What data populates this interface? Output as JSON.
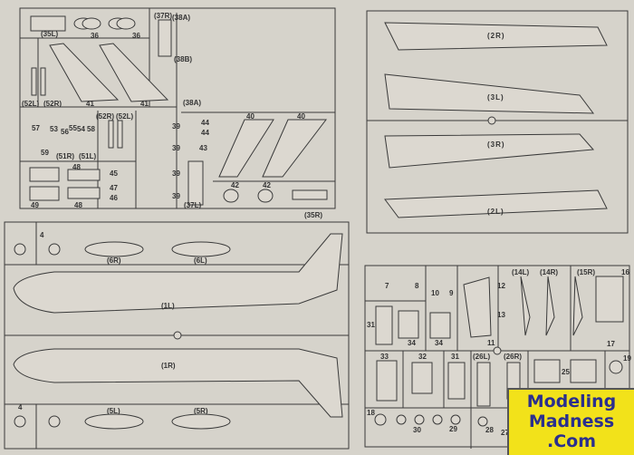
{
  "sprue_a": {
    "labels": {
      "p35L": "(35L)",
      "p36a": "36",
      "p36b": "36",
      "p37R": "(37R)",
      "p38A1": "(38A)",
      "p38B": "(38B)",
      "p38A2": "(38A)",
      "p52L": "(52L)",
      "p52R": "(52R)",
      "p41a": "41",
      "p41b": "41",
      "p52R2": "(52R)",
      "p52L2": "(52L)",
      "p57": "57",
      "p53": "53",
      "p56": "56",
      "p55": "55",
      "p54": "54",
      "p58": "58",
      "p59": "59",
      "p51R": "(51R)",
      "p51L": "(51L)",
      "p39a": "39",
      "p39b": "39",
      "p39c": "39",
      "p39d": "39",
      "p44a": "44",
      "p44b": "44",
      "p43": "43",
      "p40a": "40",
      "p40b": "40",
      "p45": "45",
      "p47": "47",
      "p46": "46",
      "p48a": "48",
      "p48b": "48",
      "p49": "49",
      "p37L": "(37L)",
      "p42a": "42",
      "p42b": "42",
      "p35R": "(35R)"
    }
  },
  "sprue_b": {
    "labels": {
      "p2R": "(2R)",
      "p3L": "(3L)",
      "p3R": "(3R)",
      "p2L": "(2L)"
    }
  },
  "sprue_c": {
    "labels": {
      "p4a": "4",
      "p4b": "4",
      "p6R": "(6R)",
      "p6L": "(6L)",
      "p1L": "(1L)",
      "p1R": "(1R)",
      "p5L": "(5L)",
      "p5R": "(5R)"
    }
  },
  "sprue_d": {
    "labels": {
      "p7": "7",
      "p8": "8",
      "p10": "10",
      "p9": "9",
      "p12": "12",
      "p13": "13",
      "p14L": "(14L)",
      "p14R": "(14R)",
      "p15R": "(15R)",
      "p16": "16",
      "p17": "17",
      "p31a": "31",
      "p34a": "34",
      "p34b": "34",
      "p11": "11",
      "p33": "33",
      "p32": "32",
      "p31b": "31",
      "p26L": "(26L)",
      "p26R": "(26R)",
      "p25": "25",
      "p19": "19",
      "p18": "18",
      "p30": "30",
      "p29": "29",
      "p28": "28",
      "p27": "27"
    }
  },
  "watermark": {
    "line1": "Modeling",
    "line2": "Madness",
    "line3": ".Com"
  }
}
